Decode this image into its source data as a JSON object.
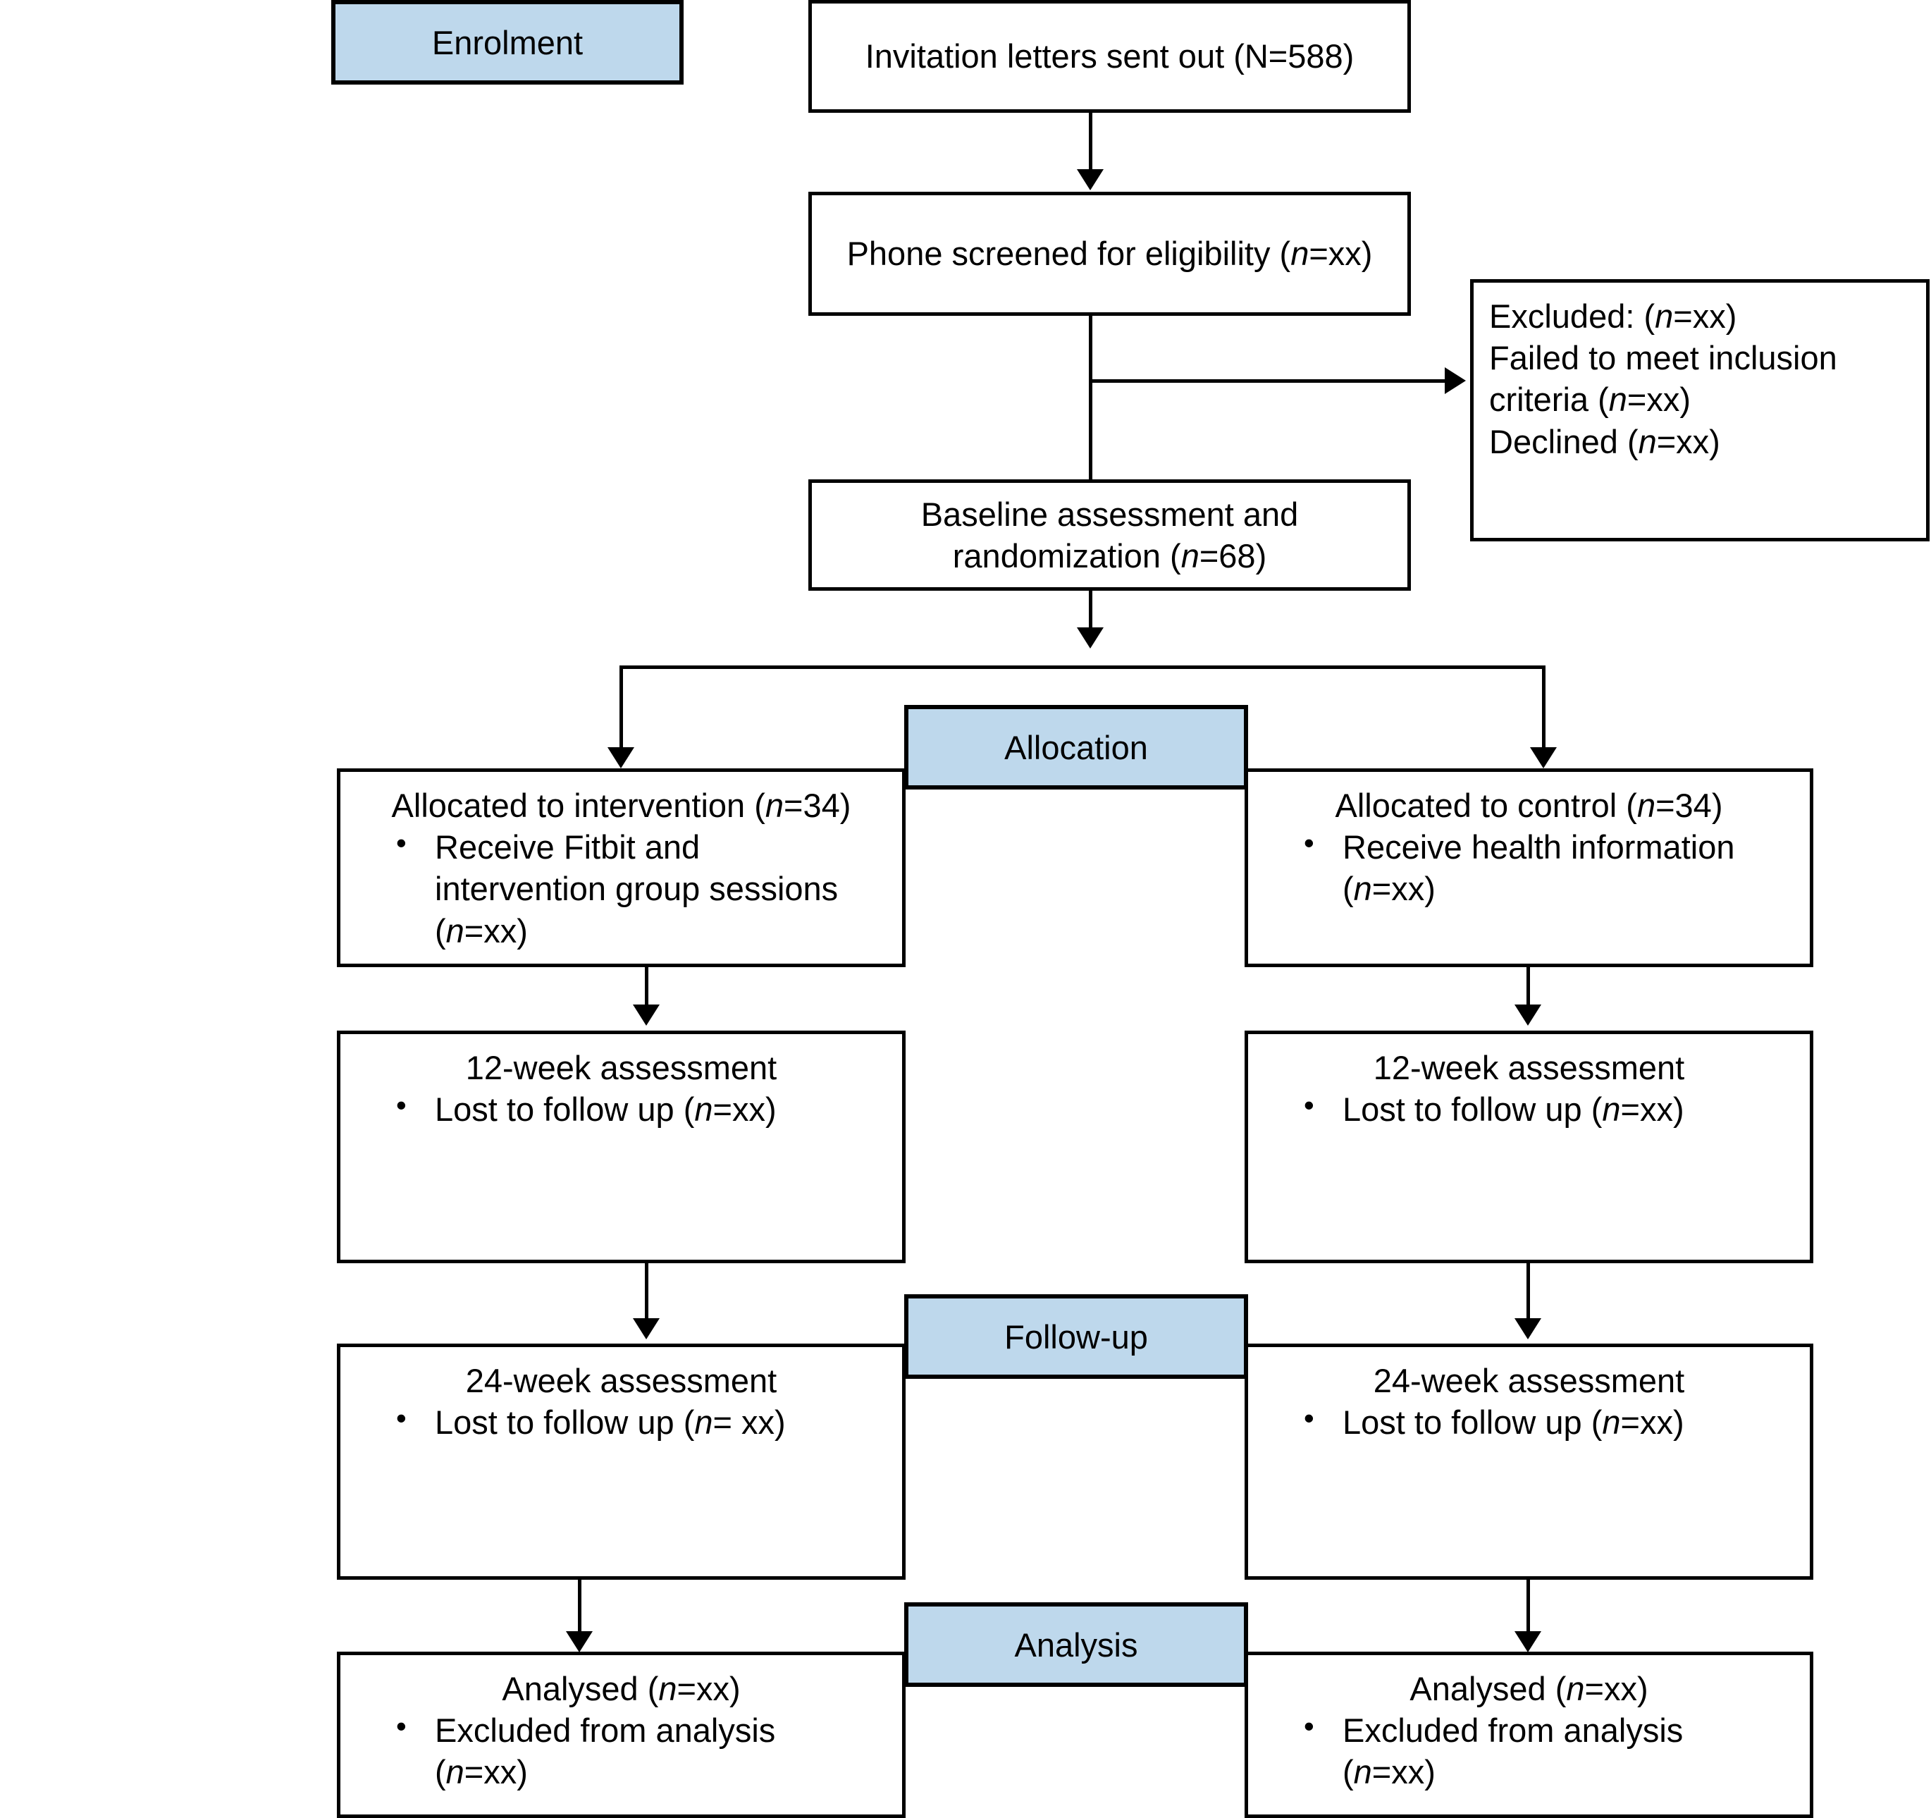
{
  "diagram": {
    "title": "CONSORT participant flow diagram",
    "accent_color": "#bed8ec",
    "line_color": "#000000",
    "background": "#ffffff"
  },
  "stage_banners": {
    "enrolment": "Enrolment",
    "allocation": "Allocation",
    "followup": "Follow-up",
    "analysis": "Analysis"
  },
  "enrolment": {
    "invitation": "Invitation letters sent out (N=588)",
    "screened_pre": "Phone screened for eligibility (",
    "screened_n": "n",
    "screened_post": "=xx)",
    "excluded": {
      "line1_pre": "Excluded: (",
      "line1_n": "n",
      "line1_post": "=xx)",
      "line2": "Failed to meet inclusion",
      "line3_pre": "criteria (",
      "line3_n": "n",
      "line3_post": "=xx)",
      "line4_pre": "Declined (",
      "line4_n": "n",
      "line4_post": "=xx)"
    },
    "baseline_line1": "Baseline assessment and",
    "baseline_line2_pre": "randomization (",
    "baseline_line2_n": "n",
    "baseline_line2_post": "=68)"
  },
  "intervention_arm": {
    "allocation": {
      "header_pre": "Allocated to intervention (",
      "header_n": "n",
      "header_post": "=34)",
      "bullet1_line1": "Receive Fitbit and",
      "bullet1_line2": "intervention group sessions",
      "bullet1_line3_pre": "(",
      "bullet1_line3_n": "n",
      "bullet1_line3_post": "=xx)"
    },
    "week12": {
      "header": "12-week assessment",
      "bullet1_pre": "Lost to follow up (",
      "bullet1_n": "n",
      "bullet1_post": "=xx)"
    },
    "week24": {
      "header": "24-week assessment",
      "bullet1_pre": "Lost to follow up (",
      "bullet1_n": "n",
      "bullet1_post": "= xx)"
    },
    "analysis": {
      "header_pre": "Analysed (",
      "header_n": "n",
      "header_post": "=xx)",
      "bullet1_line1": "Excluded from analysis",
      "bullet1_line2_pre": "(",
      "bullet1_line2_n": "n",
      "bullet1_line2_post": "=xx)"
    }
  },
  "control_arm": {
    "allocation": {
      "header_pre": "Allocated to control (",
      "header_n": "n",
      "header_post": "=34)",
      "bullet1_line1": "Receive health information",
      "bullet1_line2_pre": "(",
      "bullet1_line2_n": "n",
      "bullet1_line2_post": "=xx)"
    },
    "week12": {
      "header": "12-week assessment",
      "bullet1_pre": "Lost to follow up (",
      "bullet1_n": "n",
      "bullet1_post": "=xx)"
    },
    "week24": {
      "header": "24-week assessment",
      "bullet1_pre": "Lost to follow up (",
      "bullet1_n": "n",
      "bullet1_post": "=xx)"
    },
    "analysis": {
      "header_pre": "Analysed (",
      "header_n": "n",
      "header_post": "=xx)",
      "bullet1_line1": "Excluded from analysis",
      "bullet1_line2_pre": "(",
      "bullet1_line2_n": "n",
      "bullet1_line2_post": "=xx)"
    }
  }
}
